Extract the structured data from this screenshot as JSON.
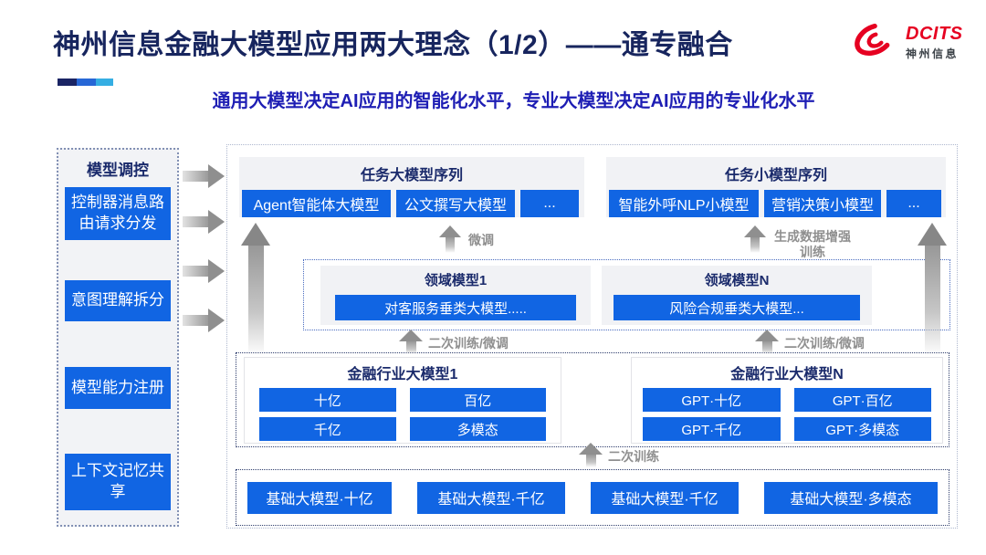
{
  "header": {
    "title": "神州信息金融大模型应用两大理念（1/2）——通专融合",
    "subtitle": "通用大模型决定AI应用的智能化水平，专业大模型决定AI应用的专业化水平"
  },
  "logo": {
    "name": "DCITS",
    "cn": "神州信息"
  },
  "colors": {
    "title_navy": "#17255E",
    "subtitle_blue": "#1E1EB4",
    "button_blue": "#1165E3",
    "logo_red": "#E60021",
    "accent_navy": "#1A2464",
    "accent_blue": "#2767D6",
    "accent_cyan": "#35AEE3",
    "label_gray": "#8F8F8F"
  },
  "sidebar": {
    "title": "模型调控",
    "items": [
      {
        "label": "控制器消息路由请求分发"
      },
      {
        "label": "意图理解拆分"
      },
      {
        "label": "模型能力注册"
      },
      {
        "label": "上下文记忆共享"
      }
    ]
  },
  "main": {
    "task_large": {
      "title": "任务大模型序列",
      "items": [
        "Agent智能体大模型",
        "公文撰写大模型",
        "..."
      ]
    },
    "task_small": {
      "title": "任务小模型序列",
      "items": [
        "智能外呼NLP小模型",
        "营销决策小模型",
        "..."
      ]
    },
    "domain_models": [
      {
        "title": "领域模型1",
        "item": "对客服务垂类大模型....."
      },
      {
        "title": "领域模型N",
        "item": "风险合规垂类大模型..."
      }
    ],
    "industry_models": [
      {
        "title": "金融行业大模型1",
        "items": [
          "十亿",
          "百亿",
          "千亿",
          "多模态"
        ]
      },
      {
        "title": "金融行业大模型N",
        "items": [
          "GPT·十亿",
          "GPT·百亿",
          "GPT·千亿",
          "GPT·多模态"
        ]
      }
    ],
    "base_models": [
      "基础大模型·十亿",
      "基础大模型·千亿",
      "基础大模型·千亿",
      "基础大模型·多模态"
    ],
    "labels": {
      "finetune": "微调",
      "gen_data": "生成数据增强训练",
      "retrain_finetune": "二次训练/微调",
      "retrain": "二次训练"
    }
  }
}
